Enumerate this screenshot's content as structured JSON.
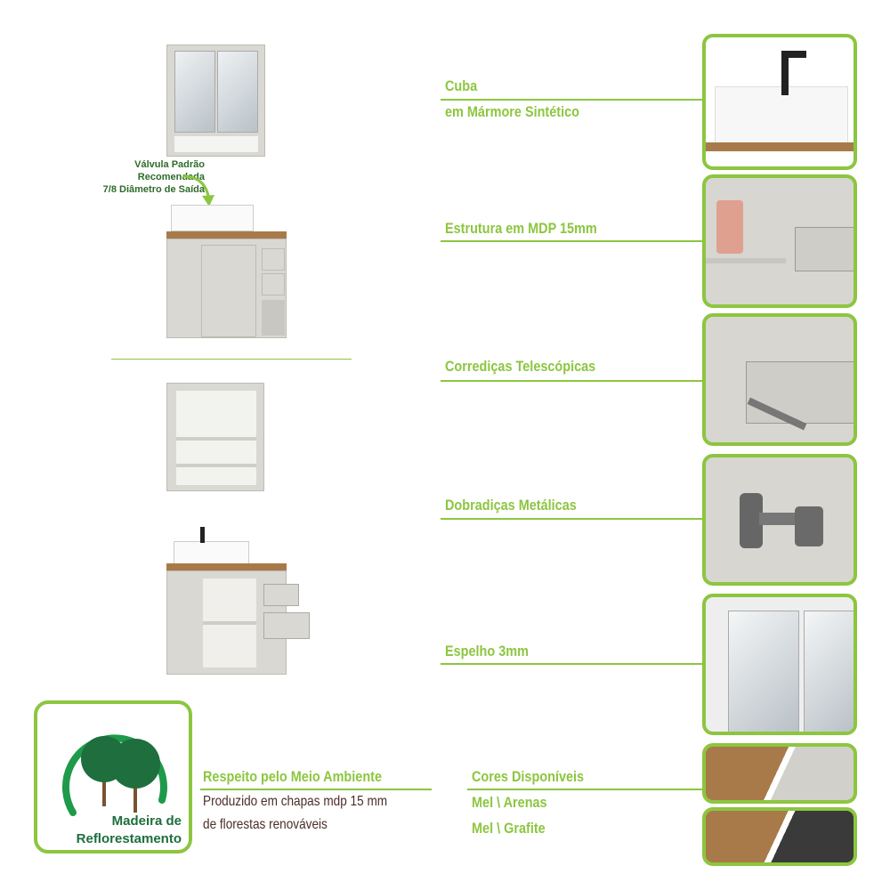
{
  "annotation": {
    "line1": "Válvula Padrão Recomendada",
    "line2": "7/8 Diâmetro de Saída"
  },
  "features": [
    {
      "title": "Cuba",
      "subtitle": "em Mármore Sintético"
    },
    {
      "title": "Estrutura em MDP 15mm"
    },
    {
      "title": "Corrediças Telescópicas"
    },
    {
      "title": "Dobradiças Metálicas"
    },
    {
      "title": "Espelho 3mm"
    }
  ],
  "eco": {
    "badge_line1": "Madeira de",
    "badge_line2": "Reflorestamento",
    "title": "Respeito pelo Meio Ambiente",
    "desc_line1": "Produzido em chapas mdp 15 mm",
    "desc_line2": "de florestas renováveis"
  },
  "colors": {
    "title": "Cores Disponíveis",
    "options": [
      "Mel \\ Arenas",
      "Mel \\ Grafite"
    ],
    "accent": "#8cc63f",
    "mel": "#a87a4a",
    "arenas": "#d2d0ca",
    "grafite": "#3a3a3a"
  }
}
